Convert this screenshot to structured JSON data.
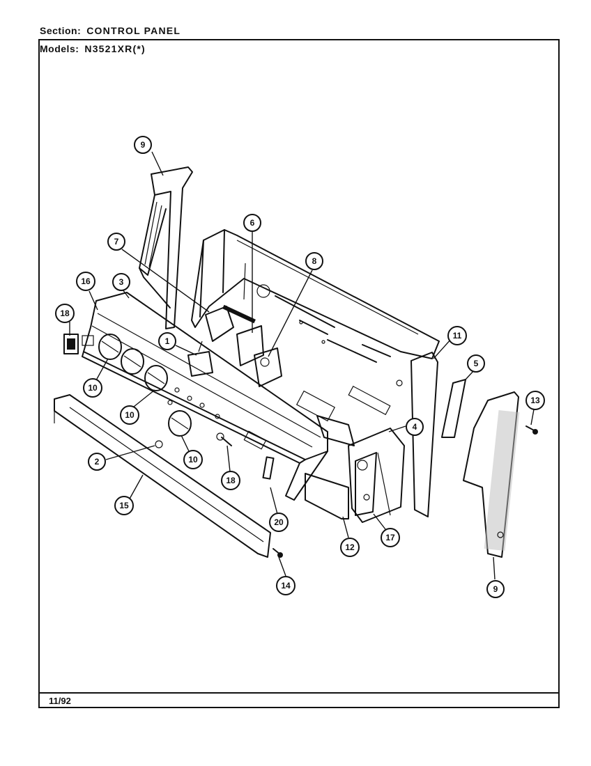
{
  "header": {
    "section_label": "Section:",
    "section_value": "CONTROL PANEL",
    "models_label": "Models:",
    "models_value": "N3521XR(*)"
  },
  "footer": {
    "date": "11/92"
  },
  "callouts": [
    {
      "id": "c9a",
      "label": "9"
    },
    {
      "id": "c7",
      "label": "7"
    },
    {
      "id": "c6",
      "label": "6"
    },
    {
      "id": "c8",
      "label": "8"
    },
    {
      "id": "c16",
      "label": "16"
    },
    {
      "id": "c3",
      "label": "3"
    },
    {
      "id": "c18a",
      "label": "18"
    },
    {
      "id": "c1",
      "label": "1"
    },
    {
      "id": "c10a",
      "label": "10"
    },
    {
      "id": "c10b",
      "label": "10"
    },
    {
      "id": "c10c",
      "label": "10"
    },
    {
      "id": "c2",
      "label": "2"
    },
    {
      "id": "c15",
      "label": "15"
    },
    {
      "id": "c18b",
      "label": "18"
    },
    {
      "id": "c20",
      "label": "20"
    },
    {
      "id": "c14",
      "label": "14"
    },
    {
      "id": "c11",
      "label": "11"
    },
    {
      "id": "c4",
      "label": "4"
    },
    {
      "id": "c12",
      "label": "12"
    },
    {
      "id": "c17",
      "label": "17"
    },
    {
      "id": "c5",
      "label": "5"
    },
    {
      "id": "c13",
      "label": "13"
    },
    {
      "id": "c9b",
      "label": "9"
    }
  ]
}
